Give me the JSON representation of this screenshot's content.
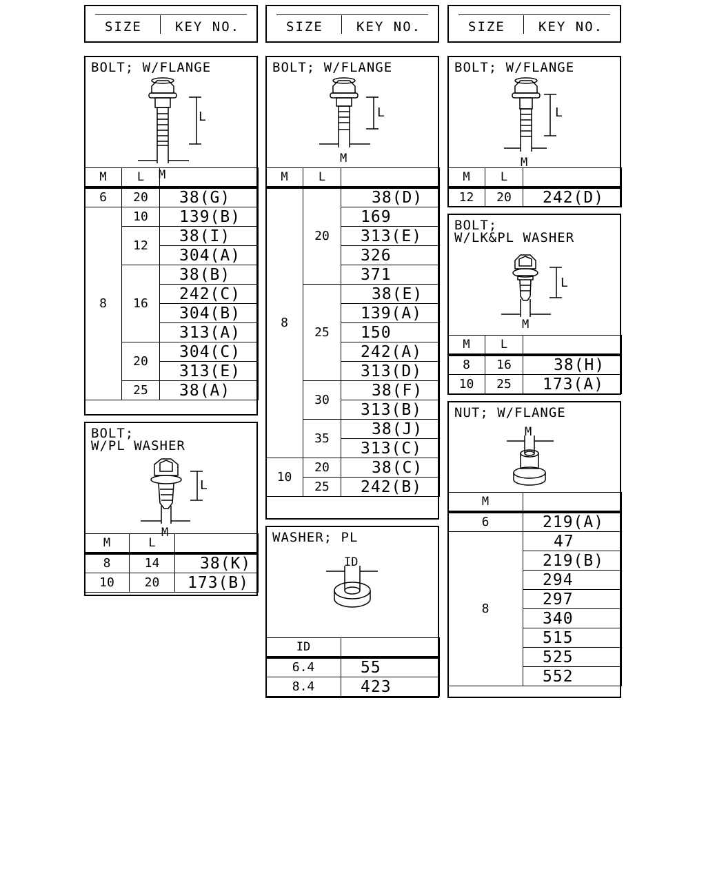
{
  "header": {
    "size_label": "SIZE",
    "key_label": "KEY NO."
  },
  "sections": {
    "bolt_flange_1": {
      "title": "BOLT; W/FLANGE",
      "dim_l": "L",
      "dim_m": "M",
      "col_m": "M",
      "col_l": "L",
      "rows": [
        {
          "m": "6",
          "l": "20",
          "key": "38(G)"
        },
        {
          "m": "8",
          "l": "10",
          "key": "139(B)"
        },
        {
          "l": "12",
          "key": "38(I)"
        },
        {
          "key": "304(A)"
        },
        {
          "l": "16",
          "key": "38(B)"
        },
        {
          "key": "242(C)"
        },
        {
          "key": "304(B)"
        },
        {
          "key": "313(A)"
        },
        {
          "l": "20",
          "key": "304(C)"
        },
        {
          "key": "313(E)"
        },
        {
          "l": "25",
          "key": "38(A)"
        }
      ]
    },
    "bolt_pl_washer": {
      "title": "BOLT;\nW/PL WASHER",
      "dim_l": "L",
      "dim_m": "M",
      "col_m": "M",
      "col_l": "L",
      "rows": [
        {
          "m": "8",
          "l": "14",
          "key": "38(K)"
        },
        {
          "m": "10",
          "l": "20",
          "key": "173(B)"
        }
      ]
    },
    "bolt_flange_2": {
      "title": "BOLT; W/FLANGE",
      "dim_l": "L",
      "dim_m": "M",
      "col_m": "M",
      "col_l": "L",
      "rows": [
        {
          "m": "8",
          "l": "20",
          "key": "38(D)"
        },
        {
          "key": "169"
        },
        {
          "key": "313(E)"
        },
        {
          "key": "326"
        },
        {
          "key": "371"
        },
        {
          "l": "25",
          "key": "38(E)"
        },
        {
          "key": "139(A)"
        },
        {
          "key": "150"
        },
        {
          "key": "242(A)"
        },
        {
          "key": "313(D)"
        },
        {
          "l": "30",
          "key": "38(F)"
        },
        {
          "key": "313(B)"
        },
        {
          "l": "35",
          "key": "38(J)"
        },
        {
          "key": "313(C)"
        },
        {
          "m": "10",
          "l": "20",
          "key": "38(C)"
        },
        {
          "l": "25",
          "key": "242(B)"
        }
      ]
    },
    "washer_pl": {
      "title": "WASHER; PL",
      "dim_id": "ID",
      "col_id": "ID",
      "rows": [
        {
          "id": "6.4",
          "key": "55"
        },
        {
          "id": "8.4",
          "key": "423"
        }
      ]
    },
    "bolt_flange_3": {
      "title": "BOLT; W/FLANGE",
      "dim_l": "L",
      "dim_m": "M",
      "col_m": "M",
      "col_l": "L",
      "rows": [
        {
          "m": "12",
          "l": "20",
          "key": "242(D)"
        }
      ]
    },
    "bolt_lk_pl_washer": {
      "title": "BOLT;\nW/LK&PL WASHER",
      "dim_l": "L",
      "dim_m": "M",
      "col_m": "M",
      "col_l": "L",
      "rows": [
        {
          "m": "8",
          "l": "16",
          "key": "38(H)"
        },
        {
          "m": "10",
          "l": "25",
          "key": "173(A)"
        }
      ]
    },
    "nut_flange": {
      "title": "NUT; W/FLANGE",
      "dim_m": "M",
      "col_m": "M",
      "rows": [
        {
          "m": "6",
          "key": "219(A)"
        },
        {
          "m": "8",
          "key": "47"
        },
        {
          "key": "219(B)"
        },
        {
          "key": "294"
        },
        {
          "key": "297"
        },
        {
          "key": "340"
        },
        {
          "key": "515"
        },
        {
          "key": "525"
        },
        {
          "key": "552"
        }
      ]
    }
  }
}
